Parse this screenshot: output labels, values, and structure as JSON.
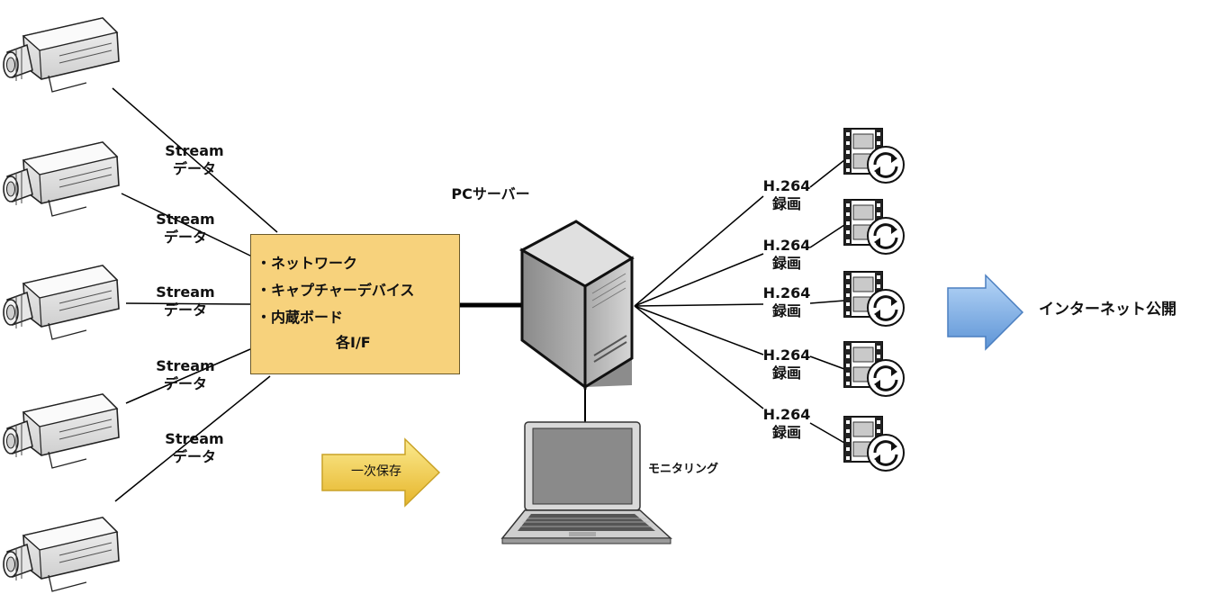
{
  "stream_labels": [
    {
      "line1": "Stream",
      "line2": "データ"
    },
    {
      "line1": "Stream",
      "line2": "データ"
    },
    {
      "line1": "Stream",
      "line2": "データ"
    },
    {
      "line1": "Stream",
      "line2": "データ"
    },
    {
      "line1": "Stream",
      "line2": "データ"
    }
  ],
  "capture_box": {
    "items": [
      "・ネットワーク",
      "・キャプチャーデバイス",
      "・内蔵ボード"
    ],
    "footer": "各I/F"
  },
  "server_label": "PCサーバー",
  "monitor_label": "モニタリング",
  "storage_arrow_label": "一次保存",
  "recording_labels": [
    {
      "line1": "H.264",
      "line2": "録画"
    },
    {
      "line1": "H.264",
      "line2": "録画"
    },
    {
      "line1": "H.264",
      "line2": "録画"
    },
    {
      "line1": "H.264",
      "line2": "録画"
    },
    {
      "line1": "H.264",
      "line2": "録画"
    }
  ],
  "internet_label": "インターネット公開",
  "colors": {
    "capture_box": "#f7d27c",
    "storage_arrow": "#f5d84a",
    "internet_arrow": "#7fb2e8",
    "line": "#000000"
  }
}
